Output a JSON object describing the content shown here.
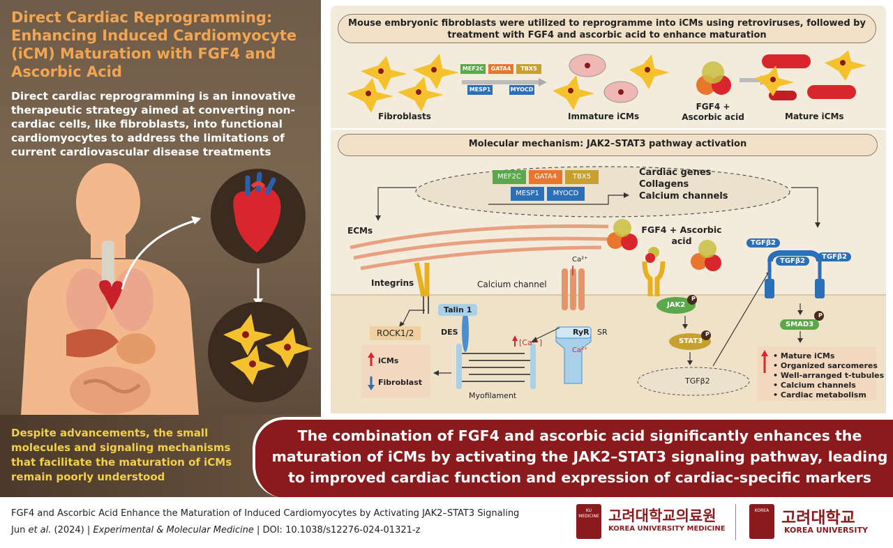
{
  "title": "Direct Cardiac Reprogramming: Enhancing Induced Cardiomyocyte (iCM) Maturation with FGF4 and Ascorbic Acid",
  "intro": "Direct cardiac reprogramming is an innovative therapeutic strategy aimed at converting non-cardiac cells, like fibroblasts, into functional cardiomyocytes to address the limitations of current cardiovascular disease treatments",
  "gap_statement": "Despite advancements, the small molecules and signaling mechanisms that facilitate the maturation of iCMs remain poorly understood",
  "top_panel": {
    "header": "Mouse embryonic fibroblasts were utilized to reprogramme into iCMs using retroviruses, followed by treatment with FGF4 and ascorbic acid to enhance maturation",
    "stage_fibroblasts": "Fibroblasts",
    "stage_immature": "Immature iCMs",
    "stage_treatment": "FGF4 + Ascorbic acid",
    "stage_mature": "Mature iCMs",
    "genes": [
      "MEF2C",
      "GATA4",
      "TBX5",
      "MESP1",
      "MYOCD"
    ]
  },
  "mechanism": {
    "header": "Molecular mechanism: JAK2–STAT3 pathway activation",
    "targets": [
      "Cardiac genes",
      "Collagens",
      "Calcium channels"
    ],
    "ecms": "ECMs",
    "integrins": "Integrins",
    "rock": "ROCK1/2",
    "talin": "Talin 1",
    "des": "DES",
    "calcium_channel": "Calcium channel",
    "ca": "Ca²⁺",
    "ca_intracellular": "[Ca²⁺]",
    "ryr": "RyR",
    "sr": "SR",
    "myofilament": "Myofilament",
    "icms_up": "iCMs",
    "fibroblast_down": "Fibroblast",
    "treatment": "FGF4 + Ascorbic acid",
    "jak2": "JAK2",
    "stat3": "STAT3",
    "phospho": "P",
    "tgfb2": "TGFβ2",
    "smad3": "SMAD3",
    "outcomes": [
      "Mature iCMs",
      "Organized sarcomeres",
      "Well-arranged t-tubules",
      "Calcium channels",
      "Cardiac metabolism"
    ]
  },
  "conclusion": "The combination of FGF4 and ascorbic acid significantly enhances the maturation of iCMs by activating the JAK2–STAT3 signaling pathway, leading to improved cardiac function and expression of cardiac-specific markers",
  "footer": {
    "paper_title": "FGF4 and Ascorbic Acid Enhance the Maturation of Induced Cardiomyocytes by Activating JAK2–STAT3 Signaling",
    "citation_authors": "Jun",
    "citation_etal": "et al.",
    "citation_year": "(2024) |",
    "journal": "Experimental & Molecular Medicine",
    "doi": "| DOI: 10.1038/s12276-024-01321-z",
    "logo1_kr": "고려대학교의료원",
    "logo1_en": "KOREA UNIVERSITY MEDICINE",
    "logo1_badge": "KU MEDICINE",
    "logo2_kr": "고려대학교",
    "logo2_en": "KOREA UNIVERSITY",
    "logo2_badge": "KOREA"
  },
  "colors": {
    "panel_bg": "#f3ebdc",
    "banner": "#8b1a1d",
    "title_orange": "#f2a552",
    "gap_yellow": "#f2d04a",
    "gene_green": "#5aa84a",
    "gene_orange": "#e8762c",
    "gene_gold": "#c8a030",
    "gene_blue": "#2a6fb8"
  }
}
